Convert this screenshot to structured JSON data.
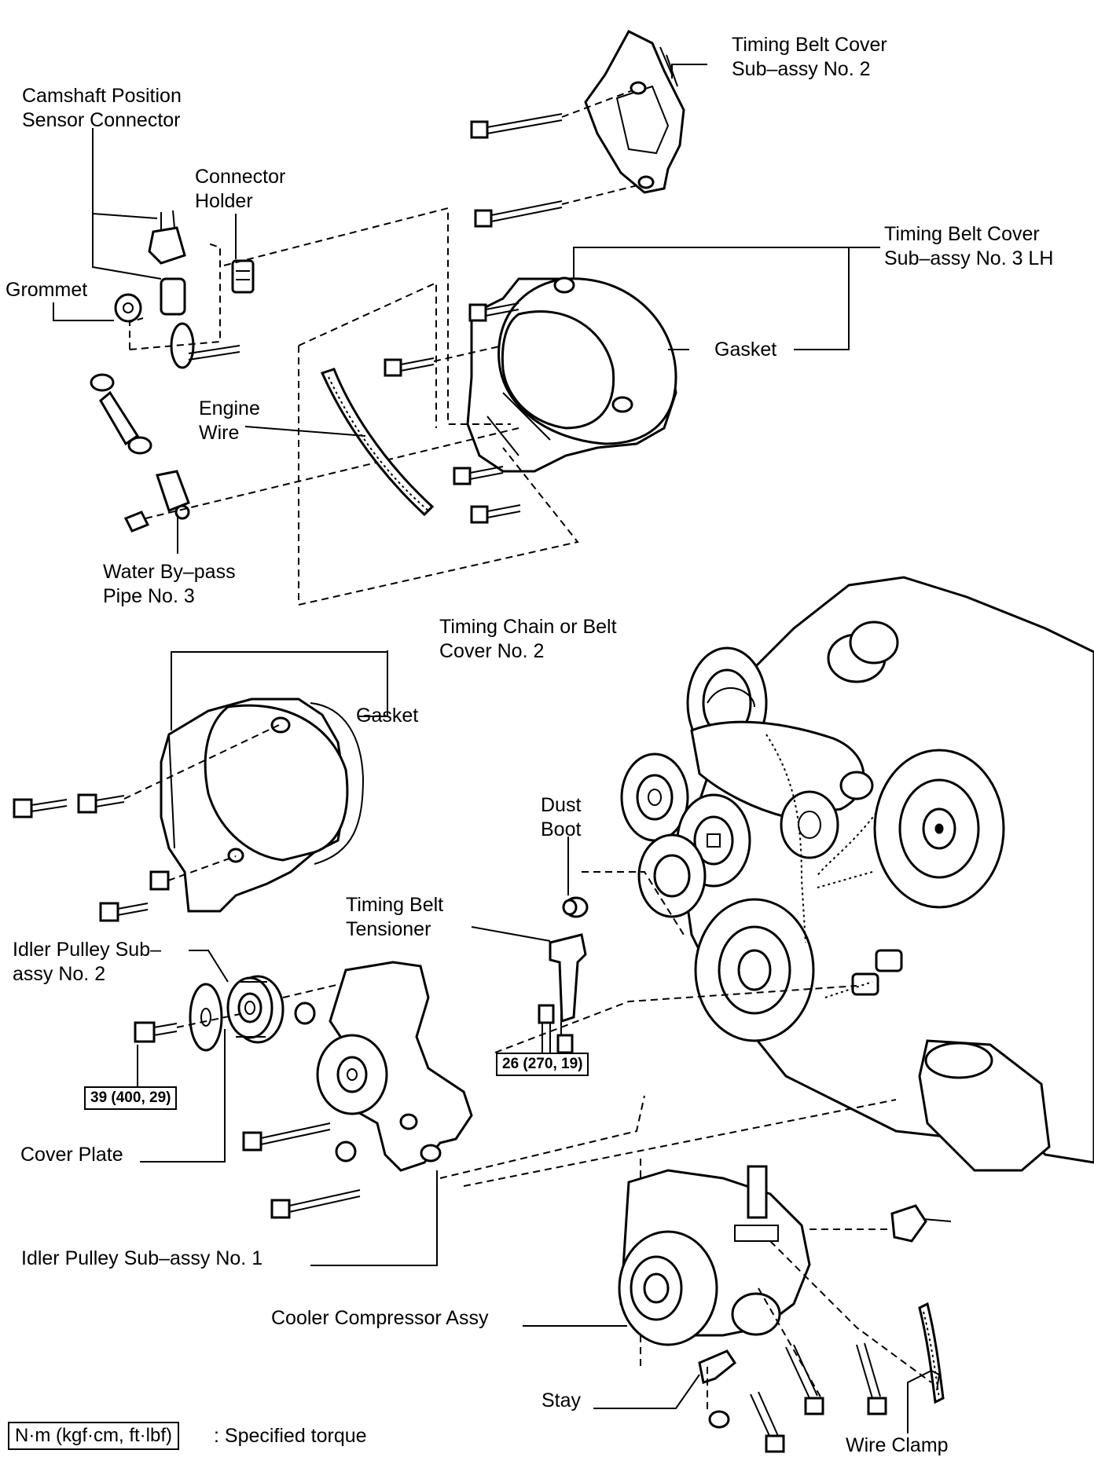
{
  "labels": {
    "timing_belt_cover_no2": [
      "Timing Belt Cover",
      "Sub–assy No. 2"
    ],
    "camshaft_sensor_connector": [
      "Camshaft Position",
      "Sensor Connector"
    ],
    "connector_holder": [
      "Connector",
      "Holder"
    ],
    "timing_belt_cover_no3": [
      "Timing Belt Cover",
      "Sub–assy No. 3 LH"
    ],
    "grommet": "Grommet",
    "gasket_upper": "Gasket",
    "engine_wire": [
      "Engine",
      "Wire"
    ],
    "water_bypass_pipe": [
      "Water By–pass",
      "Pipe No. 3"
    ],
    "timing_chain_cover": [
      "Timing Chain or Belt",
      "Cover No. 2"
    ],
    "gasket_lower": "Gasket",
    "dust_boot": [
      "Dust",
      "Boot"
    ],
    "timing_belt_tensioner": [
      "Timing Belt",
      "Tensioner"
    ],
    "idler_pulley_no2": [
      "Idler Pulley Sub–",
      "assy No. 2"
    ],
    "cover_plate": "Cover Plate",
    "idler_pulley_no1": "Idler Pulley Sub–assy No. 1",
    "cooler_compressor": "Cooler Compressor Assy",
    "stay": "Stay",
    "wire_clamp": "Wire Clamp"
  },
  "torques": {
    "idler_bolt": "39 (400, 29)",
    "tensioner_bolt": "26 (270, 19)"
  },
  "legend": {
    "unit_box": "N·m (kgf·cm, ft·lbf)",
    "text": ": Specified torque"
  }
}
